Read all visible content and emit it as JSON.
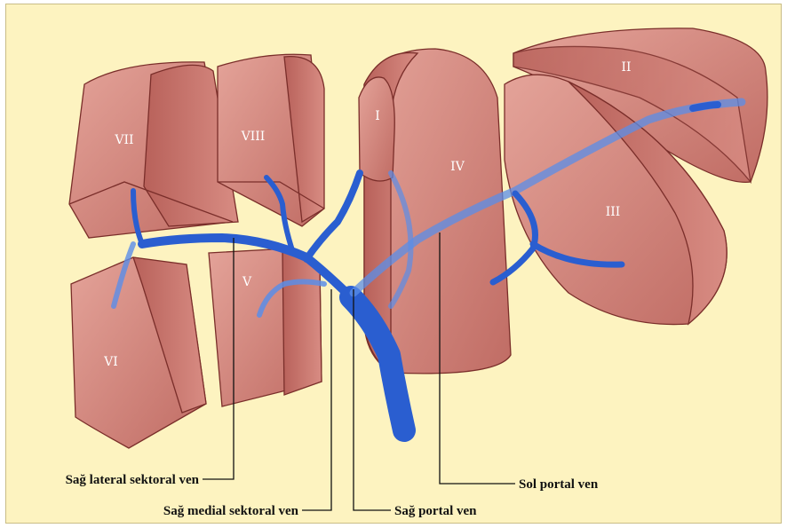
{
  "colors": {
    "background": "#fdf3c0",
    "liver_fill": "#c97a72",
    "liver_face": "#d98f86",
    "liver_outline": "#7a2e2a",
    "vein": "#2a5ed0",
    "vein_light": "#5a8de8",
    "leader_line": "#111111"
  },
  "segments": {
    "I": "I",
    "II": "II",
    "III": "III",
    "IV": "IV",
    "V": "V",
    "VI": "VI",
    "VII": "VII",
    "VIII": "VIII"
  },
  "labels": {
    "right_lateral_sectoral_vein": "Sağ lateral sektoral ven",
    "right_medial_sectoral_vein": "Sağ medial sektoral ven",
    "right_portal_vein": "Sağ portal ven",
    "left_portal_vein": "Sol portal ven"
  }
}
